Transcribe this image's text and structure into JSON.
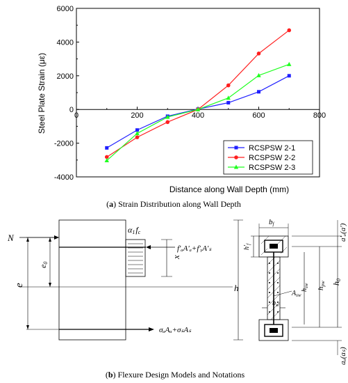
{
  "chart_data": {
    "type": "line",
    "xlabel": "Distance along Wall Depth (mm)",
    "ylabel": "Steel Plate Strain (με)",
    "xlim": [
      0,
      800
    ],
    "ylim": [
      -4000,
      6000
    ],
    "xticks": [
      "0",
      "200",
      "400",
      "600",
      "800"
    ],
    "yticks": [
      "-4000",
      "-2000",
      "0",
      "2000",
      "4000",
      "6000"
    ],
    "grid": false,
    "legend": "bottom-right",
    "series": [
      {
        "name": "RCSPSW 2-1",
        "color": "#1f1fff",
        "marker": "square",
        "x": [
          100,
          200,
          300,
          400,
          500,
          600,
          700
        ],
        "y": [
          -2280,
          -1220,
          -400,
          20,
          400,
          1050,
          2000
        ]
      },
      {
        "name": "RCSPSW 2-2",
        "color": "#ff1f1f",
        "marker": "circle",
        "x": [
          100,
          200,
          300,
          400,
          500,
          600,
          700
        ],
        "y": [
          -2820,
          -1650,
          -750,
          0,
          1430,
          3320,
          4700
        ]
      },
      {
        "name": "RCSPSW 2-3",
        "color": "#1fff1f",
        "marker": "triangle",
        "x": [
          100,
          200,
          300,
          400,
          500,
          600,
          700
        ],
        "y": [
          -3030,
          -1420,
          -450,
          0,
          680,
          2020,
          2680
        ]
      }
    ]
  },
  "captions": {
    "a_letter": "a",
    "a_text": " Strain Distribution along Wall Depth",
    "b_letter": "b",
    "b_text": " Flexure Design Models and Notations"
  },
  "diagram": {
    "N": "N",
    "e0": "e",
    "e0_sub": "0",
    "e": "e",
    "x": "x",
    "h": "h",
    "alpha": "α",
    "alpha_sub": "1",
    "fc": "f",
    "fc_sub": "c",
    "comp_force": "f'ₐA'ₐ+f'ᵧA'ₛ",
    "tens_force": "σₐAₐ+σₛAₛ",
    "bf": "b",
    "bf_sub": "f",
    "hf": "h'",
    "hf_sub": "f",
    "bw": "b",
    "bw_sub": "w",
    "hsw": "h",
    "hsw_sub": "sw",
    "hpw": "h",
    "hpw_sub": "pw",
    "h0": "h",
    "h0_sub": "0",
    "Asw": "A",
    "Asw_sub": "sw",
    "a_top": "a'ₐ(a')",
    "a_bot": "aₐ(aₛ)"
  }
}
